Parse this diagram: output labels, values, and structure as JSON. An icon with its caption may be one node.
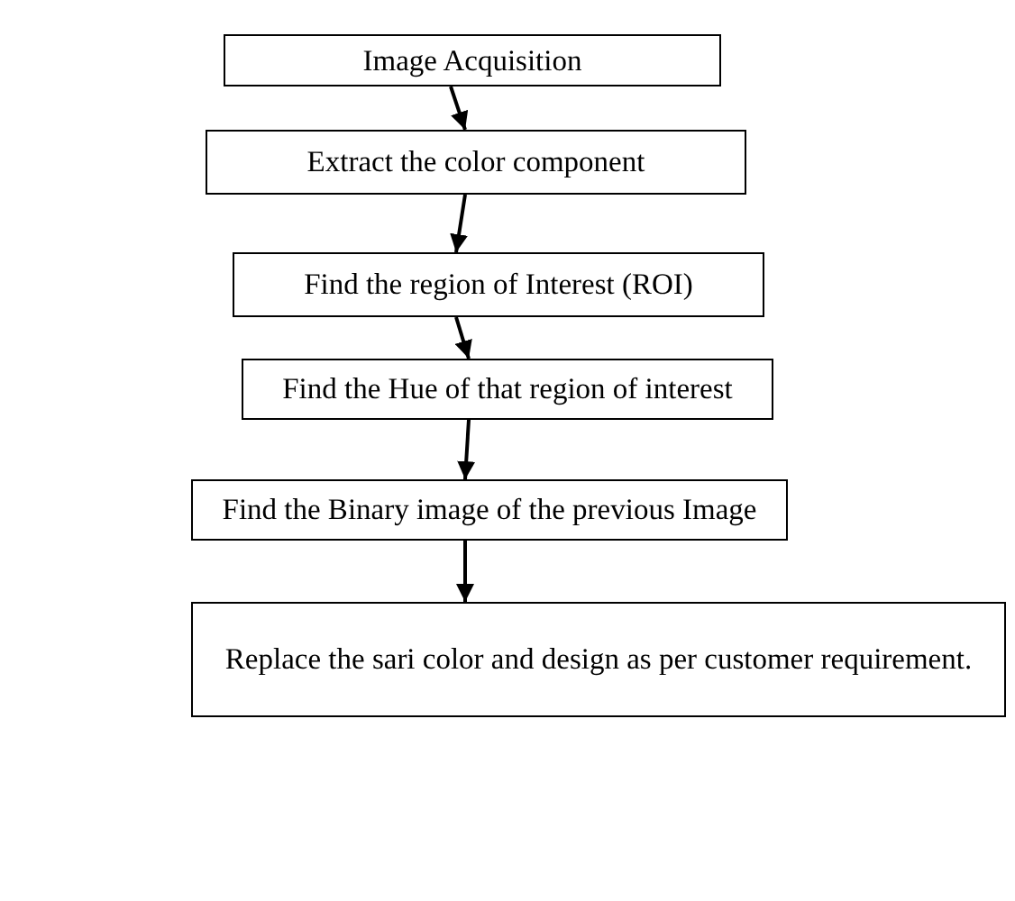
{
  "diagram": {
    "nodes": [
      {
        "text": [
          "Image Acquisition"
        ]
      },
      {
        "text": [
          "Extract the color component"
        ]
      },
      {
        "text": [
          "Find the region of Interest (ROI)"
        ]
      },
      {
        "text": [
          "Find the Hue of that region of interest"
        ]
      },
      {
        "text": [
          "Find the Binary image of the previous Image"
        ]
      },
      {
        "text": [
          "Replace the sari color and design as per customer requirement."
        ]
      }
    ],
    "edges": [
      {
        "from": 0,
        "to": 1,
        "arrow": "to"
      },
      {
        "from": 1,
        "to": 2,
        "arrow": "to"
      },
      {
        "from": 2,
        "to": 3,
        "arrow": "to"
      },
      {
        "from": 3,
        "to": 4,
        "arrow": "to"
      },
      {
        "from": 4,
        "to": 5,
        "arrow": "to"
      }
    ]
  }
}
